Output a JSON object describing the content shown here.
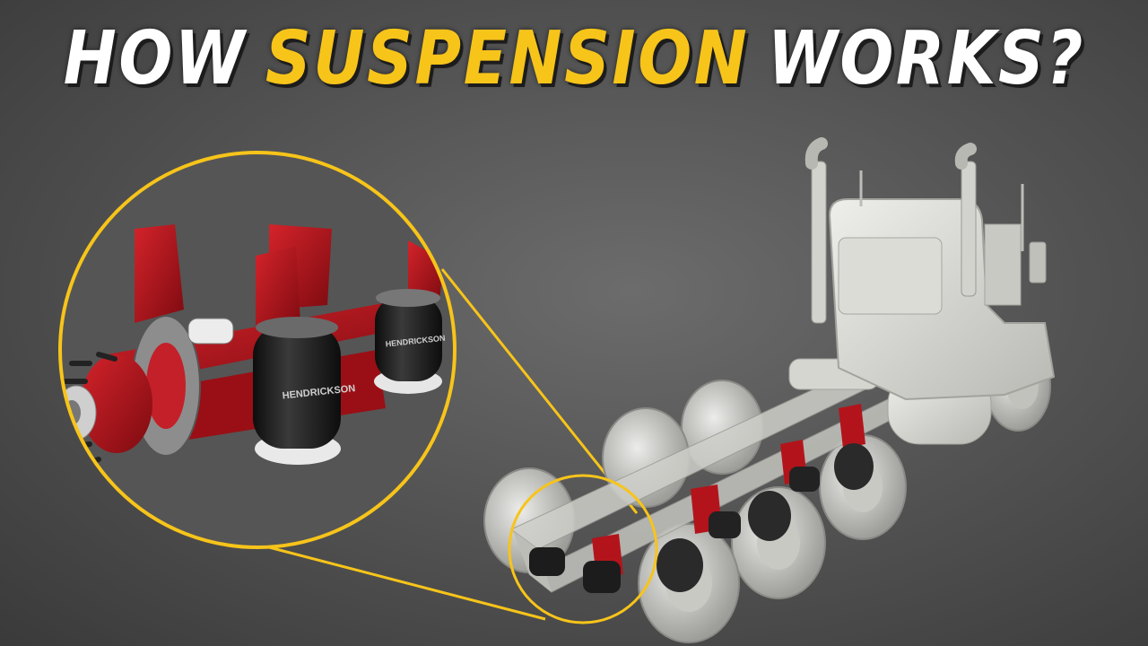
{
  "title": {
    "word1": "HOW",
    "word2": "SUSPENSION",
    "word3": "WORKS?"
  },
  "brand_label": "HENDRICKSON",
  "colors": {
    "accent_yellow": "#f7c41a",
    "suspension_red": "#b3141b",
    "air_spring_black": "#1b1b1b",
    "truck_white": "#dcdcd6",
    "background": "#5a5a5a"
  }
}
